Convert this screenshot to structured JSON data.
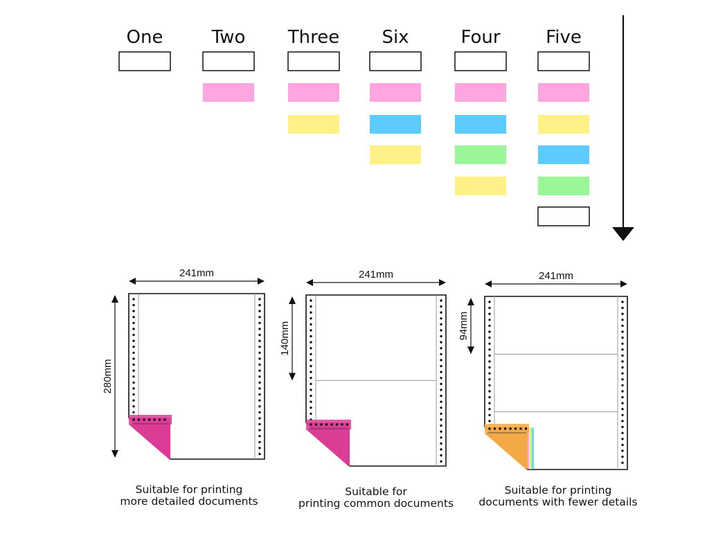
{
  "colors": {
    "white": "#ffffff",
    "pink": "#ffa6e0",
    "yellow": "#fff186",
    "blue": "#5ccbfd",
    "green": "#99f797",
    "magenta": "#dc3c96",
    "orange": "#f4a947",
    "ink": "#111111"
  },
  "columns": [
    {
      "label": "One",
      "plies": [
        "white"
      ]
    },
    {
      "label": "Two",
      "plies": [
        "white",
        "pink"
      ]
    },
    {
      "label": "Three",
      "plies": [
        "white",
        "pink",
        "yellow"
      ]
    },
    {
      "label": "Six",
      "plies": [
        "white",
        "pink",
        "blue",
        "yellow"
      ]
    },
    {
      "label": "Four",
      "plies": [
        "white",
        "pink",
        "blue",
        "green",
        "yellow"
      ]
    },
    {
      "label": "Five",
      "plies": [
        "white",
        "pink",
        "yellow",
        "blue",
        "green",
        "white"
      ]
    }
  ],
  "sheets": [
    {
      "width_label": "241mm",
      "height_label": "280mm",
      "divisions": 1,
      "caption": [
        "Suitable for printing",
        "more detailed documents"
      ],
      "corner_colors": [
        "magenta"
      ]
    },
    {
      "width_label": "241mm",
      "height_label": "140mm",
      "divisions": 2,
      "caption": [
        "Suitable for",
        "printing common documents"
      ],
      "corner_colors": [
        "magenta"
      ]
    },
    {
      "width_label": "241mm",
      "height_label": "94mm",
      "divisions": 3,
      "caption": [
        "Suitable for printing",
        "documents with fewer details"
      ],
      "corner_colors": [
        "blue",
        "green",
        "yellow",
        "pink",
        "orange"
      ]
    }
  ]
}
